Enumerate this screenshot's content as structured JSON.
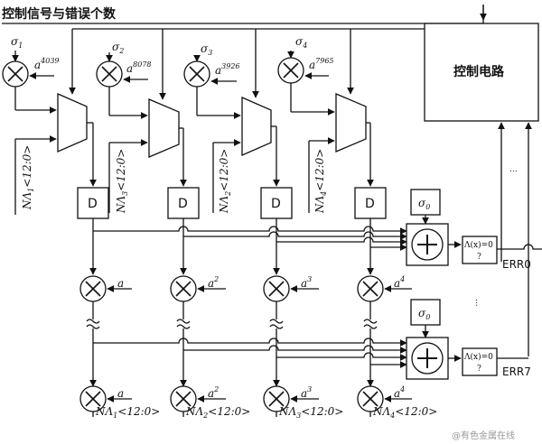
{
  "title": "控制信号与错误个数",
  "control_label": "控制电路",
  "multipliers_top": [
    {
      "sigma": "σ",
      "sigma_sub": "1",
      "a": "a",
      "exp": "4039"
    },
    {
      "sigma": "σ",
      "sigma_sub": "2",
      "a": "a",
      "exp": "8078"
    },
    {
      "sigma": "σ",
      "sigma_sub": "3",
      "a": "a",
      "exp": "3926"
    },
    {
      "sigma": "σ",
      "sigma_sub": "4",
      "a": "a",
      "exp": "7965"
    }
  ],
  "vertical_inputs": [
    {
      "text": "NΛ",
      "sub": "1",
      "tail": "<12:0>"
    },
    {
      "text": "NΛ",
      "sub": "3",
      "tail": "<12:0>"
    },
    {
      "text": "NΛ",
      "sub": "2",
      "tail": "<12:0>"
    },
    {
      "text": "NΛ",
      "sub": "4",
      "tail": "<12:0>"
    }
  ],
  "d_label": "D",
  "sigma0": {
    "sym": "σ",
    "sub": "0"
  },
  "check_label": {
    "main": "Λ(x)=0",
    "q": "?"
  },
  "err_labels": [
    "ERR0",
    "ERR7"
  ],
  "row_multipliers": [
    {
      "a": "a",
      "exp": ""
    },
    {
      "a": "a",
      "exp": "2"
    },
    {
      "a": "a",
      "exp": "3"
    },
    {
      "a": "a",
      "exp": "4"
    }
  ],
  "outputs": [
    {
      "text": "NΛ",
      "sub": "1",
      "tail": "<12:0>"
    },
    {
      "text": "NΛ",
      "sub": "2",
      "tail": "<12:0>"
    },
    {
      "text": "NΛ",
      "sub": "3",
      "tail": "<12:0>"
    },
    {
      "text": "NΛ",
      "sub": "4",
      "tail": "<12:0>"
    }
  ],
  "ellipsis": "...",
  "watermark": "@有色金属在线"
}
